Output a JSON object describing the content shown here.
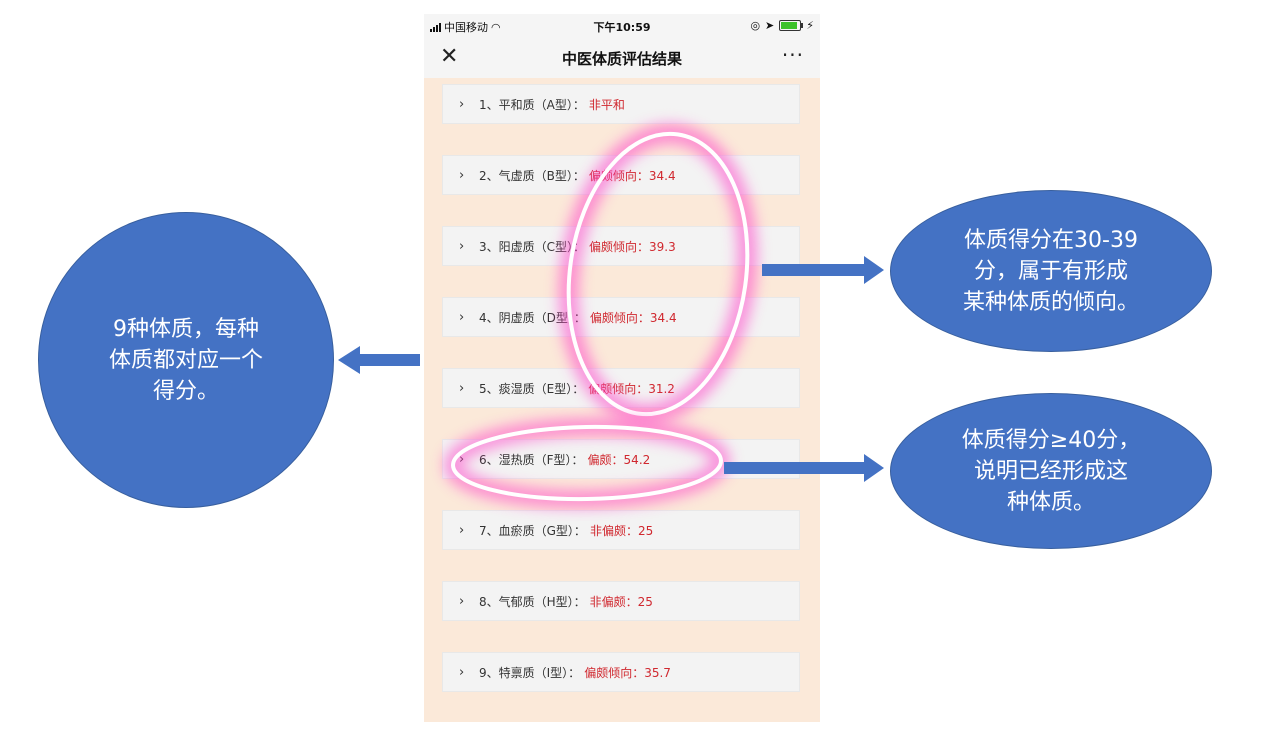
{
  "status_bar": {
    "carrier": "中国移动",
    "time": "下午10:59",
    "battery_level": 0.9
  },
  "nav": {
    "close_icon": "close-icon",
    "title": "中医体质评估结果",
    "more_icon": "more-icon"
  },
  "items": [
    {
      "label": "1、平和质（A型）：",
      "result": "非平和"
    },
    {
      "label": "2、气虚质（B型）：",
      "result": "偏颇倾向：34.4"
    },
    {
      "label": "3、阳虚质（C型）：",
      "result": "偏颇倾向：39.3"
    },
    {
      "label": "4、阴虚质（D型）：",
      "result": "偏颇倾向：34.4"
    },
    {
      "label": "5、痰湿质（E型）：",
      "result": "偏颇倾向：31.2"
    },
    {
      "label": "6、湿热质（F型）：",
      "result": "偏颇：54.2"
    },
    {
      "label": "7、血瘀质（G型）：",
      "result": "非偏颇：25"
    },
    {
      "label": "8、气郁质（H型）：",
      "result": "非偏颇：25"
    },
    {
      "label": "9、特禀质（I型）：",
      "result": "偏颇倾向：35.7"
    }
  ],
  "annotations": {
    "left": [
      "9种体质，每种",
      "体质都对应一个",
      "得分。"
    ],
    "right_top": [
      "体质得分在30-39",
      "分，属于有形成",
      "某种体质的倾向。"
    ],
    "right_bottom": [
      "体质得分≥40分，",
      "说明已经形成这",
      "种体质。"
    ]
  },
  "colors": {
    "bubble": "#4472c4",
    "highlight": "#ff3fc8",
    "result_text": "#d0282f",
    "phone_background": "#fbe9d9"
  }
}
